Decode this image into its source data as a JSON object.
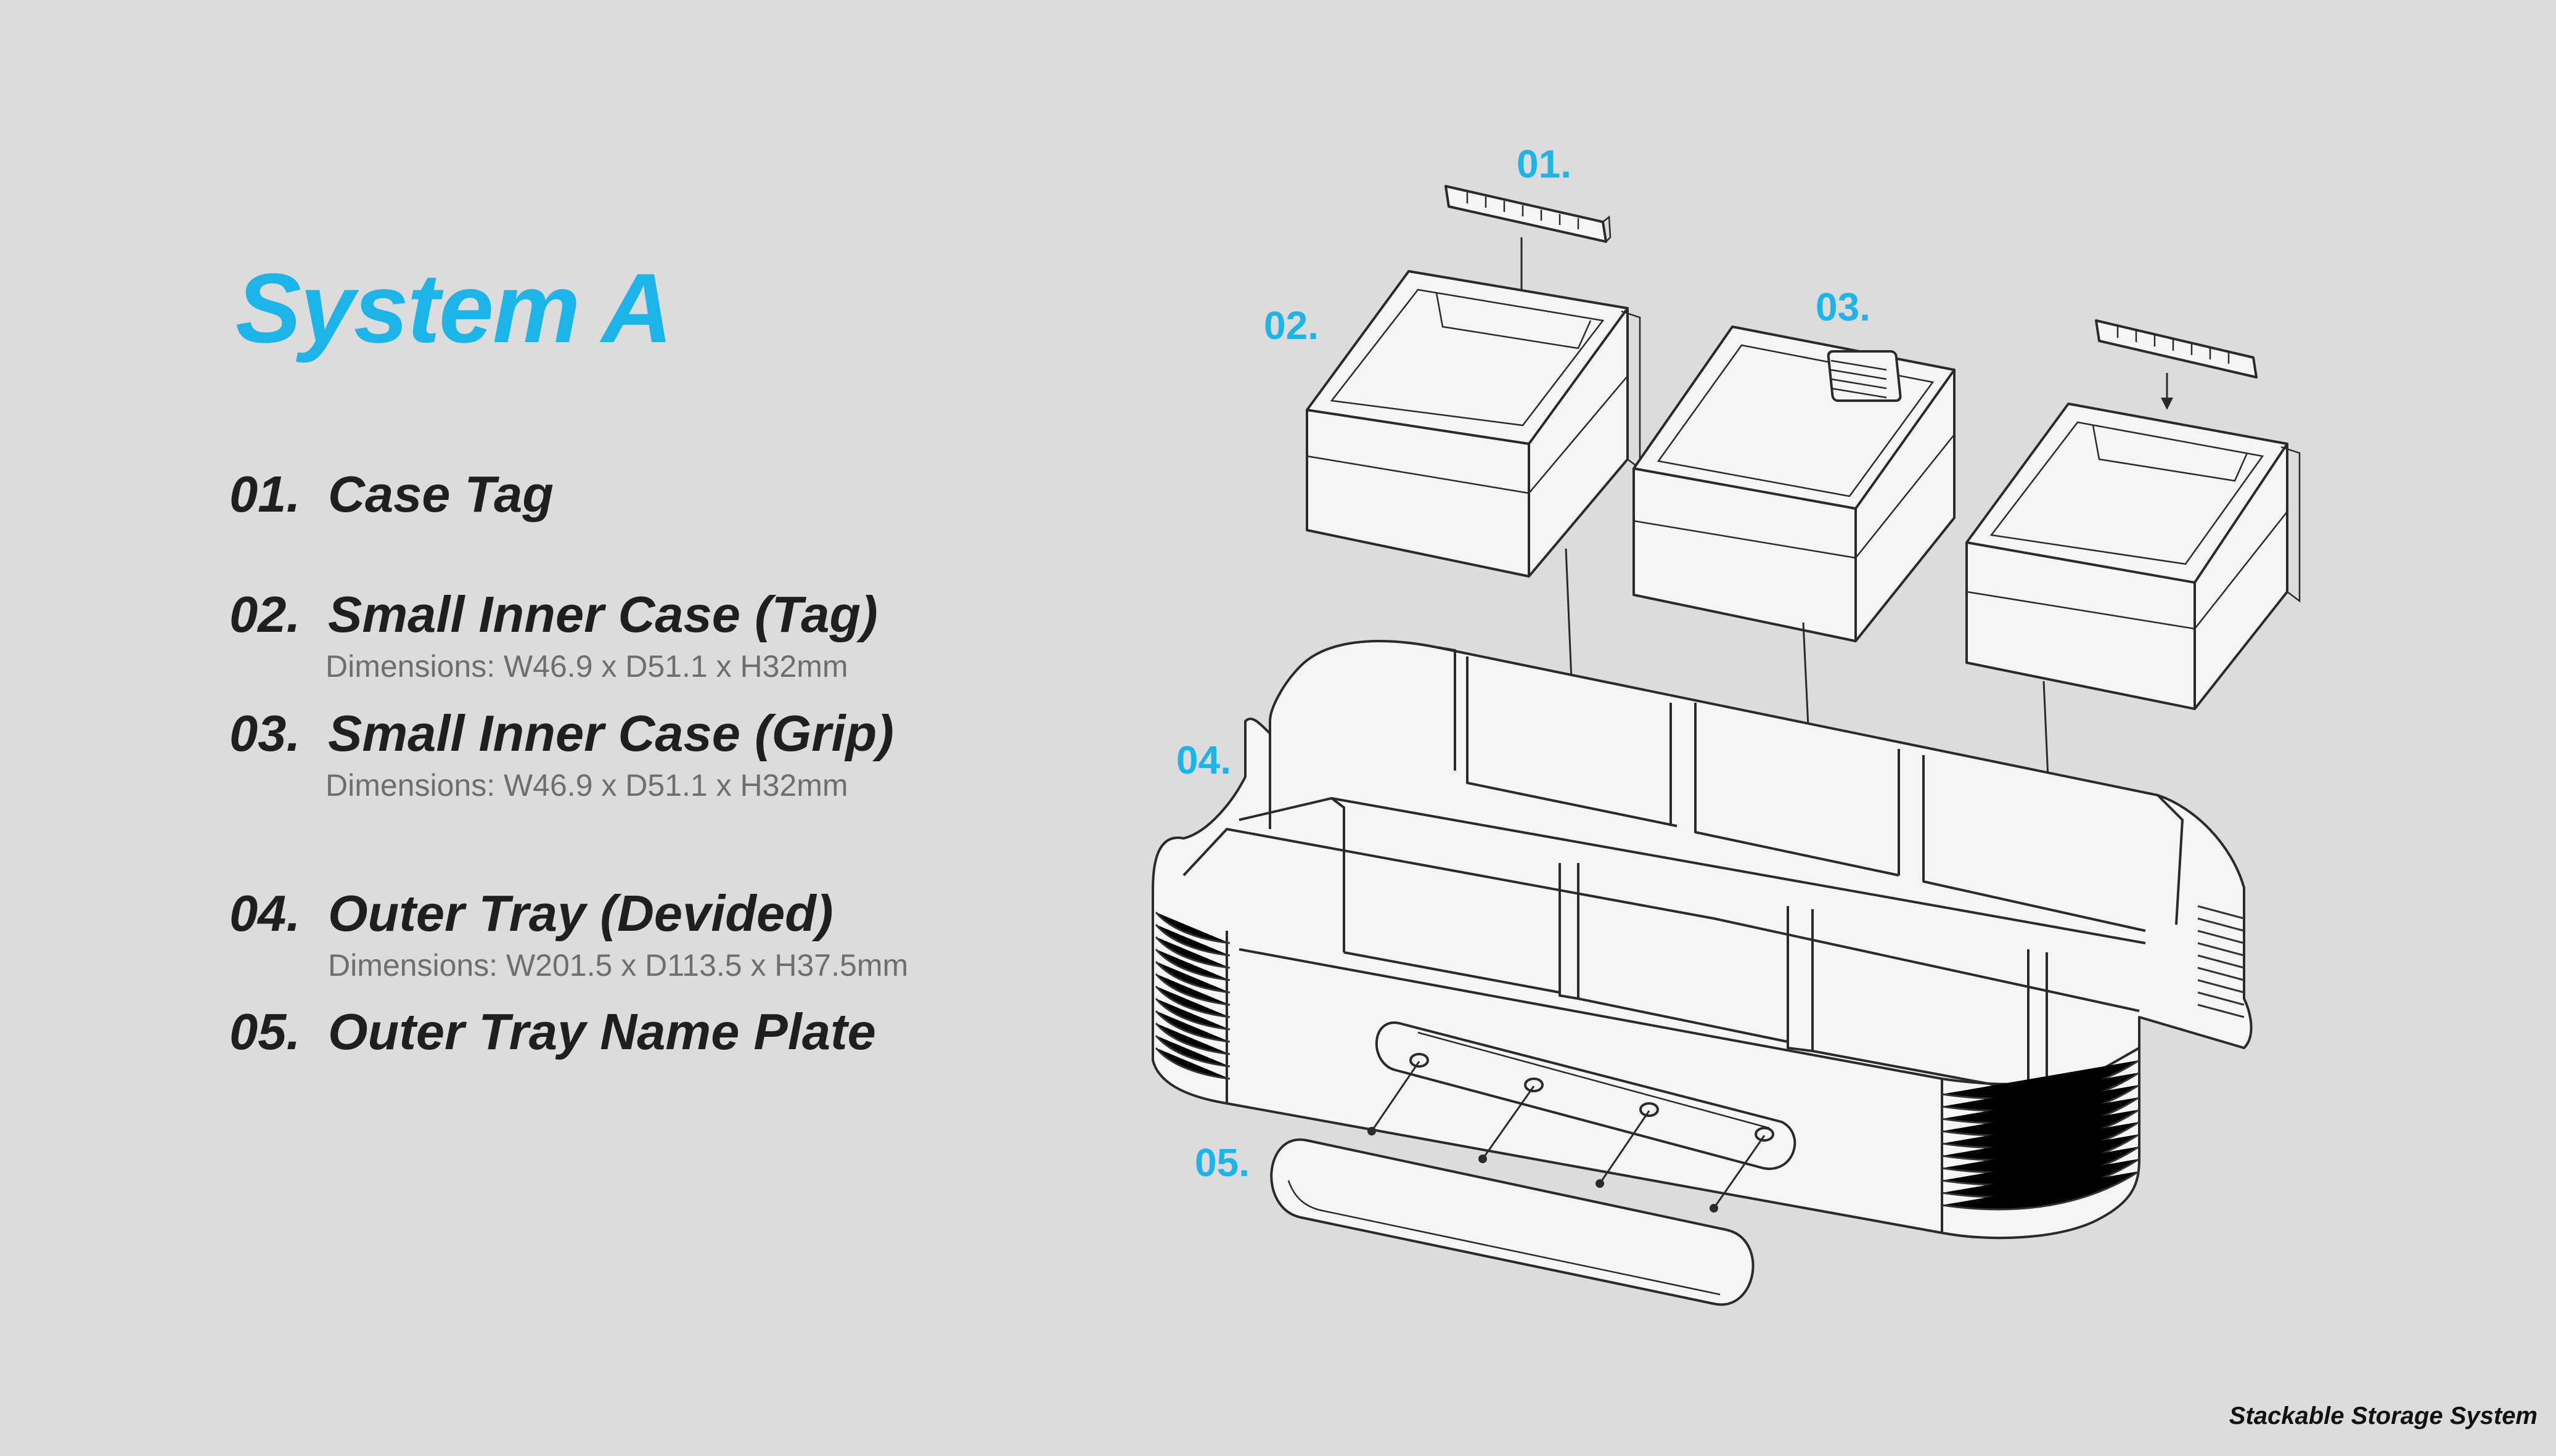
{
  "title": "System A",
  "parts": [
    {
      "num": "01.",
      "name": "Case Tag",
      "dims": ""
    },
    {
      "num": "02.",
      "name": "Small Inner Case (Tag)",
      "dims": "Dimensions: W46.9 x D51.1 x H32mm"
    },
    {
      "num": "03.",
      "name": "Small Inner Case (Grip)",
      "dims": "Dimensions: W46.9 x D51.1 x H32mm"
    },
    {
      "num": "04.",
      "name": "Outer Tray (Devided)",
      "dims": "Dimensions: W201.5 x D113.5 x H37.5mm"
    },
    {
      "num": "05.",
      "name": "Outer Tray Name Plate",
      "dims": ""
    }
  ],
  "callouts": {
    "c01": "01.",
    "c02": "02.",
    "c03": "03.",
    "c04": "04.",
    "c05": "05."
  },
  "footer": "Stackable Storage System",
  "colors": {
    "accent": "#1db4ea",
    "background": "#dcdcdc",
    "text": "#1f1f1f",
    "dims": "#6e6e6e"
  }
}
